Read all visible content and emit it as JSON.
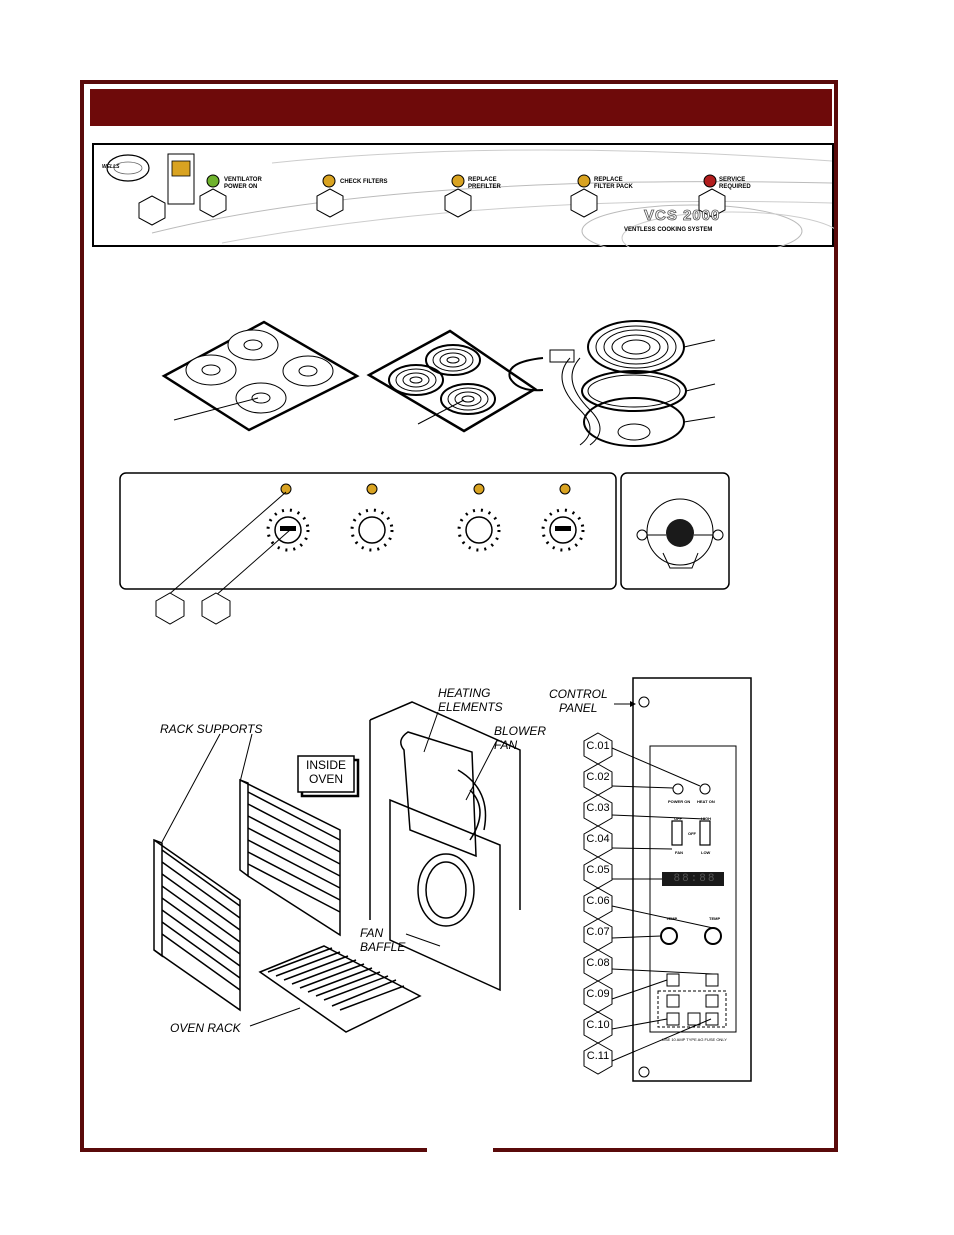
{
  "header": {
    "title": ""
  },
  "ventilator_panel": {
    "logo": "WELLS",
    "indicators": [
      {
        "label_line1": "VENTILATOR",
        "label_line2": "POWER ON",
        "color": "#6fb32e"
      },
      {
        "label_line1": "CHECK FILTERS",
        "label_line2": "",
        "color": "#d9a321"
      },
      {
        "label_line1": "REPLACE",
        "label_line2": "PREFILTER",
        "color": "#d9a321"
      },
      {
        "label_line1": "REPLACE",
        "label_line2": "FILTER PACK",
        "color": "#d9a321"
      },
      {
        "label_line1": "SERVICE",
        "label_line2": "REQUIRED",
        "color": "#b21e1e"
      }
    ],
    "model": "VCS 2000",
    "model_subtitle": "VENTLESS COOKING SYSTEM"
  },
  "oven_labels": {
    "heating_elements_1": "HEATING",
    "heating_elements_2": "ELEMENTS",
    "blower_fan_1": "BLOWER",
    "blower_fan_2": "FAN",
    "rack_supports": "RACK SUPPORTS",
    "inside_oven_1": "INSIDE",
    "inside_oven_2": "OVEN",
    "fan_baffle_1": "FAN",
    "fan_baffle_2": "BAFFLE",
    "oven_rack": "OVEN RACK",
    "control_panel_1": "CONTROL",
    "control_panel_2": "PANEL"
  },
  "control_panel": {
    "callouts": [
      "C.01",
      "C.02",
      "C.03",
      "C.04",
      "C.05",
      "C.06",
      "C.07",
      "C.08",
      "C.09",
      "C.10",
      "C.11"
    ],
    "power_on": "POWER ON",
    "heat_on": "HEAT ON",
    "off_1": "OFF",
    "high": "HIGH",
    "off_2": "OFF",
    "fan": "FAN",
    "low": "LOW",
    "display": "88:88",
    "temp_1": "TEMP",
    "temp_2": "TEMP",
    "fuse_note": "USE 10 AMP TYPE AG FUSE ONLY"
  }
}
